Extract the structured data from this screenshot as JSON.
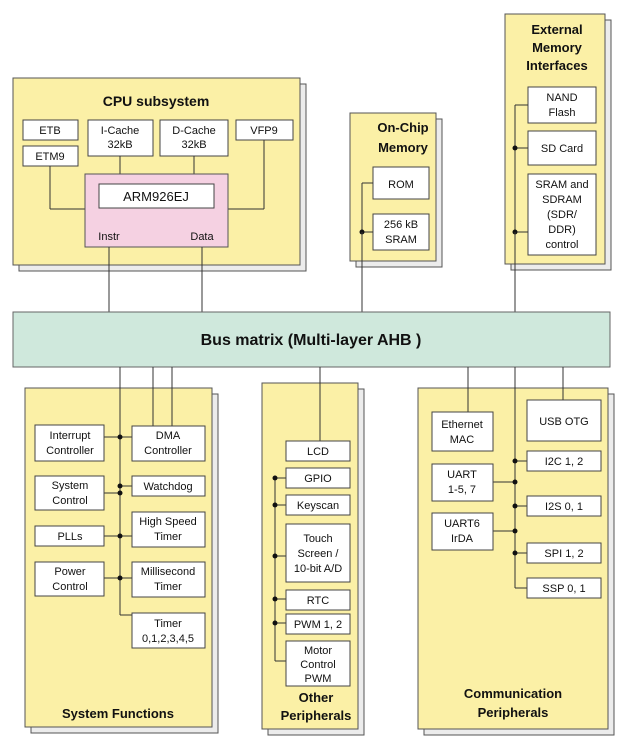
{
  "colors": {
    "panel_fill": "#fbf0a6",
    "bus_fill": "#cfe8dc",
    "cpu_core_fill": "#f5d1e2",
    "box_fill": "#ffffff"
  },
  "cpu": {
    "title": "CPU subsystem",
    "etb": "ETB",
    "etm9": "ETM9",
    "icache": [
      "I-Cache",
      "32kB"
    ],
    "dcache": [
      "D-Cache",
      "32kB"
    ],
    "vfp9": "VFP9",
    "core": "ARM926EJ",
    "instr": "Instr",
    "data": "Data"
  },
  "onchip": {
    "title": [
      "On-Chip",
      "Memory"
    ],
    "rom": "ROM",
    "sram": [
      "256 kB",
      "SRAM"
    ]
  },
  "external": {
    "title": [
      "External",
      "Memory",
      "Interfaces"
    ],
    "nand": [
      "NAND",
      "Flash"
    ],
    "sd": "SD Card",
    "sdram": [
      "SRAM and",
      "SDRAM",
      "(SDR/",
      "DDR)",
      "control"
    ]
  },
  "bus": {
    "label": "Bus matrix (Multi-layer AHB )"
  },
  "system": {
    "title": "System Functions",
    "interrupt": [
      "Interrupt",
      "Controller"
    ],
    "dma": [
      "DMA",
      "Controller"
    ],
    "sysctrl": [
      "System",
      "Control"
    ],
    "watchdog": "Watchdog",
    "plls": "PLLs",
    "hstimer": [
      "High Speed",
      "Timer"
    ],
    "power": [
      "Power",
      "Control"
    ],
    "mstimer": [
      "Millisecond",
      "Timer"
    ],
    "timer": [
      "Timer",
      "0,1,2,3,4,5"
    ]
  },
  "other": {
    "title": [
      "Other",
      "Peripherals"
    ],
    "lcd": "LCD",
    "gpio": "GPIO",
    "keyscan": "Keyscan",
    "touch": [
      "Touch",
      "Screen /",
      "10-bit A/D"
    ],
    "rtc": "RTC",
    "pwm": "PWM 1, 2",
    "motor": [
      "Motor",
      "Control",
      "PWM"
    ]
  },
  "comm": {
    "title": [
      "Communication",
      "Peripherals"
    ],
    "ethernet": [
      "Ethernet",
      "MAC"
    ],
    "usb": "USB OTG",
    "uart": [
      "UART",
      "1-5, 7"
    ],
    "i2c": "I2C 1, 2",
    "i2s": "I2S 0, 1",
    "uart6": [
      "UART6",
      "IrDA"
    ],
    "spi": "SPI 1, 2",
    "ssp": "SSP 0, 1"
  }
}
